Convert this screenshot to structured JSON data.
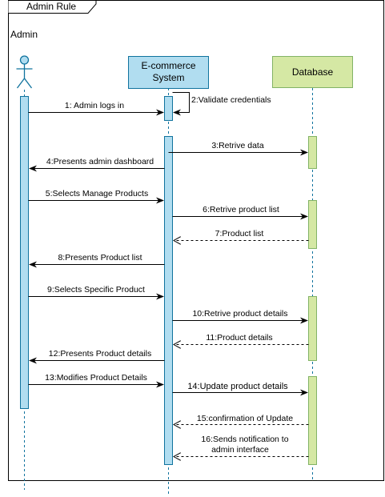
{
  "frame": {
    "title": "Admin Rule"
  },
  "participants": {
    "admin": {
      "label": "Admin"
    },
    "system": {
      "label_line1": "E-commerce",
      "label_line2": "System",
      "fill": "#b1ddf0",
      "stroke": "#10739e"
    },
    "database": {
      "label": "Database",
      "fill": "#d5e8a4",
      "stroke": "#82b366"
    }
  },
  "messages": [
    {
      "id": "m1",
      "text": "1: Admin logs in"
    },
    {
      "id": "m2",
      "text": "2:Validate credentials"
    },
    {
      "id": "m3",
      "text": "3:Retrive data"
    },
    {
      "id": "m4",
      "text": "4:Presents admin dashboard"
    },
    {
      "id": "m5",
      "text": "5:Selects Manage Products"
    },
    {
      "id": "m6",
      "text": "6:Retrive product list"
    },
    {
      "id": "m7",
      "text": "7:Product list"
    },
    {
      "id": "m8",
      "text": "8:Presents  Product list"
    },
    {
      "id": "m9",
      "text": "9:Selects Specific Product"
    },
    {
      "id": "m10",
      "text": "10:Retrive product details"
    },
    {
      "id": "m11",
      "text": "11:Product details"
    },
    {
      "id": "m12",
      "text": "12:Presents  Product details"
    },
    {
      "id": "m13",
      "text": "13:Modifies Product Details"
    },
    {
      "id": "m14",
      "text": "14:Update product details"
    },
    {
      "id": "m15",
      "text": "15:confirmation of Update"
    },
    {
      "id": "m16a",
      "text": "16:Sends notification to"
    },
    {
      "id": "m16b",
      "text": "admin interface"
    }
  ]
}
